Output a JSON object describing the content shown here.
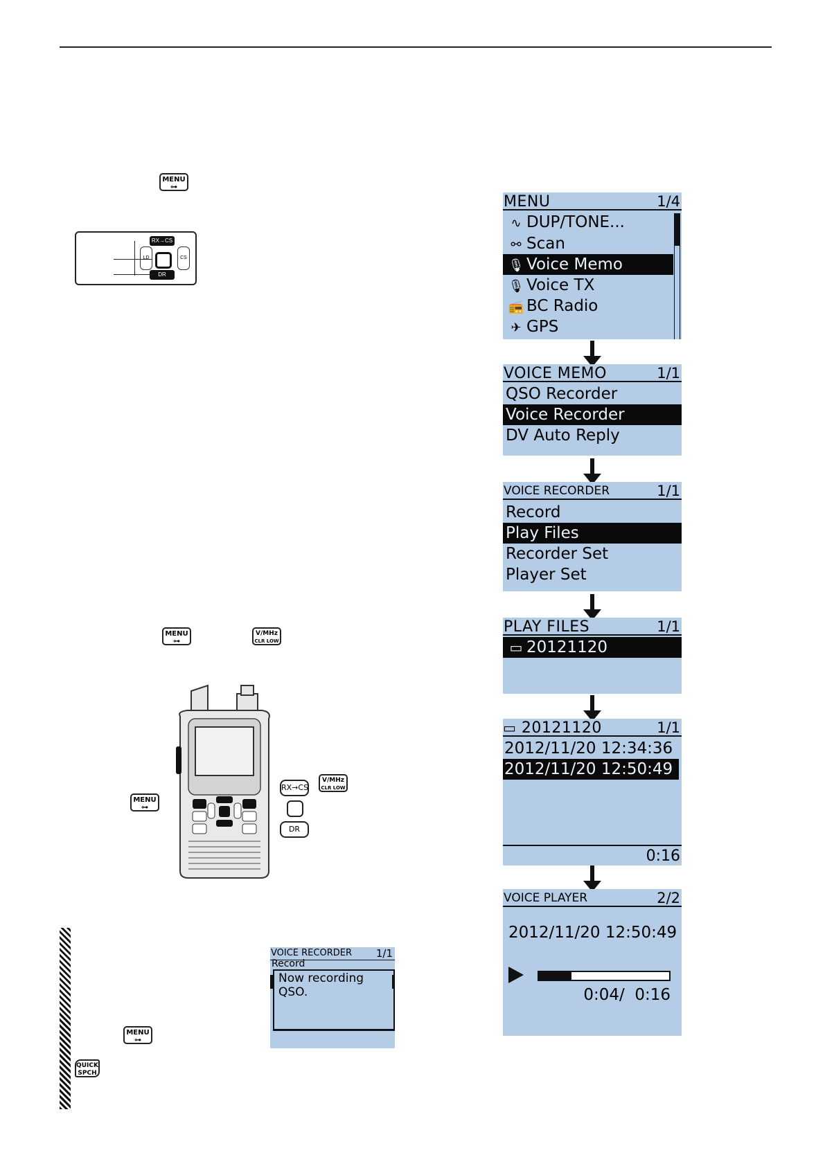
{
  "keys": {
    "menu": "MENU",
    "menu_sub": "⊶",
    "vmhz": "V/MHz",
    "vmhz_sub": "CLR LOW",
    "rxcs": "RX→CS",
    "dr": "DR",
    "cs": "CS",
    "ld": "LD",
    "quick": "QUICK",
    "quick_sub": "SPCH"
  },
  "screens": {
    "menu": {
      "title": "MENU",
      "page": "1/4",
      "items": [
        {
          "icon": "∿",
          "label": "DUP/TONE..."
        },
        {
          "icon": "⚯",
          "label": "Scan"
        },
        {
          "icon": "🎙",
          "label": "Voice Memo"
        },
        {
          "icon": "🎙",
          "label": "Voice TX"
        },
        {
          "icon": "📻",
          "label": "BC Radio"
        },
        {
          "icon": "✈",
          "label": "GPS"
        }
      ]
    },
    "voice_memo": {
      "title": "VOICE MEMO",
      "page": "1/1",
      "items": [
        {
          "label": "QSO Recorder"
        },
        {
          "label": "Voice Recorder"
        },
        {
          "label": "DV Auto Reply"
        }
      ]
    },
    "voice_recorder": {
      "title": "VOICE RECORDER",
      "page": "1/1",
      "items": [
        {
          "label": "Record"
        },
        {
          "label": "Play Files"
        },
        {
          "label": "Recorder Set"
        },
        {
          "label": "Player Set"
        }
      ]
    },
    "play_files": {
      "title": "PLAY FILES",
      "page": "1/1",
      "items": [
        {
          "label": "20121120"
        }
      ]
    },
    "folder": {
      "title": "20121120",
      "page": "1/1",
      "items": [
        {
          "label": "2012/11/20 12:34:36"
        },
        {
          "label": "2012/11/20 12:50:49"
        }
      ],
      "total": "0:16"
    },
    "voice_player": {
      "title": "VOICE PLAYER",
      "page": "2/2",
      "file": "2012/11/20 12:50:49",
      "elapsed": "0:04",
      "sep": "/",
      "total": "0:16",
      "progress": 0.25
    },
    "recording": {
      "title": "VOICE RECORDER",
      "page": "1/1",
      "behind": "Record",
      "line1": "Now recording",
      "line2": "QSO."
    }
  }
}
